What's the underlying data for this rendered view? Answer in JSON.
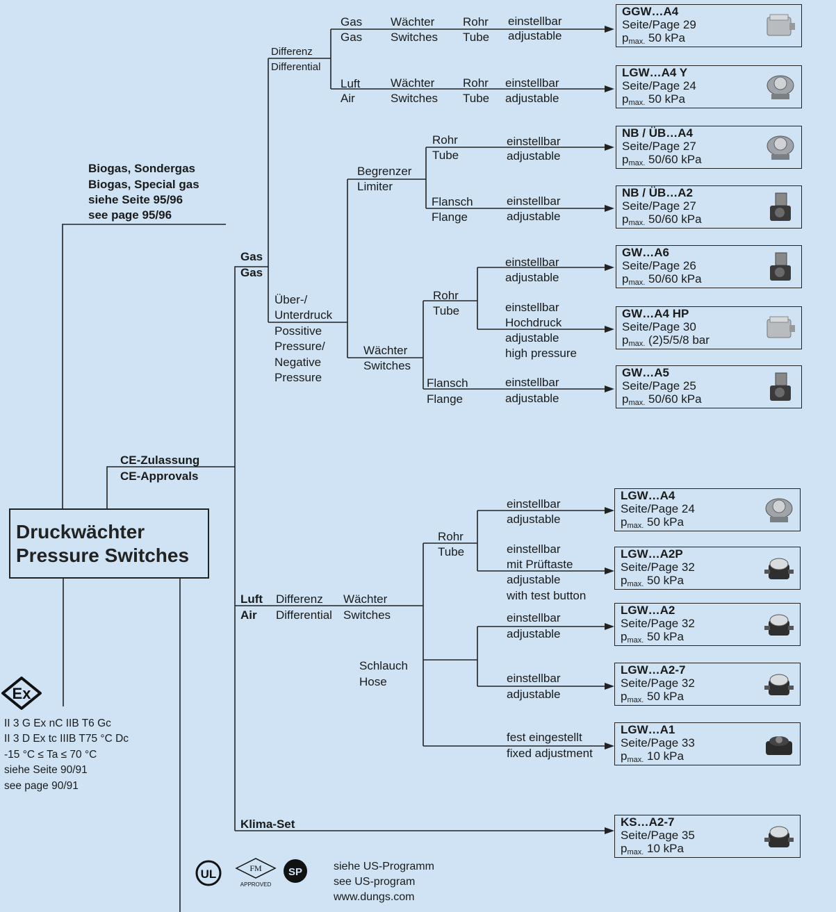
{
  "root": {
    "line1": "Druckwächter",
    "line2": "Pressure Switches"
  },
  "biogas": {
    "l1": "Biogas, Sondergas",
    "l2": "Biogas, Special gas",
    "l3": "siehe Seite 95/96",
    "l4": "see page 95/96"
  },
  "ce": {
    "l1": "CE-Zulassung",
    "l2": "CE-Approvals"
  },
  "gas": {
    "l1": "Gas",
    "l2": "Gas"
  },
  "differenz": {
    "de": "Differenz",
    "en": "Differential"
  },
  "ueber": {
    "l1": "Über-/",
    "l2": "Unterdruck",
    "l3": "Possitive",
    "l4": "Pressure/",
    "l5": "Negative",
    "l6": "Pressure"
  },
  "gas_sub": {
    "de": "Gas",
    "en": "Gas"
  },
  "luft_sub": {
    "de": "Luft",
    "en": "Air"
  },
  "waechter": {
    "de": "Wächter",
    "en": "Switches"
  },
  "rohr": {
    "de": "Rohr",
    "en": "Tube"
  },
  "flansch": {
    "de": "Flansch",
    "en": "Flange"
  },
  "schlauch": {
    "de": "Schlauch",
    "en": "Hose"
  },
  "begrenzer": {
    "de": "Begrenzer",
    "en": "Limiter"
  },
  "einst": {
    "de": "einstellbar",
    "en": "adjustable"
  },
  "hochdruck": {
    "l1": "einstellbar",
    "l2": "Hochdruck",
    "l3": "adjustable",
    "l4": "high pressure"
  },
  "pruef": {
    "l1": "einstellbar",
    "l2": "mit Prüftaste",
    "l3": "adjustable",
    "l4": "with test button"
  },
  "fest": {
    "de": "fest eingestellt",
    "en": "fixed adjustment"
  },
  "luft_main": {
    "de": "Luft",
    "en": "Air",
    "diff_de": "Differenz",
    "diff_en": "Differential",
    "sw_de": "Wächter",
    "sw_en": "Switches"
  },
  "klima": "Klima-Set",
  "atex": {
    "l1": "II 3 G Ex nC IIB T6 Gc",
    "l2": "II 3 D Ex tc IIIB T75 °C Dc",
    "l3": "-15 °C ≤ Ta ≤ 70 °C",
    "l4": "siehe Seite 90/91",
    "l5": "see page 90/91",
    "symbol": "Ex"
  },
  "us": {
    "l1": "siehe US-Programm",
    "l2": "see US-program",
    "l3": "www.dungs.com",
    "ul": "UL",
    "fm": "FM",
    "fm_sub": "APPROVED",
    "csa": "SP"
  },
  "pmax_label": {
    "p": "p",
    "sub": "max."
  },
  "cards": [
    {
      "title": "GGW…A4",
      "page": "Seite/Page 29",
      "pmax": "50 kPa"
    },
    {
      "title": "LGW…A4 Y",
      "page": "Seite/Page 24",
      "pmax": "50 kPa"
    },
    {
      "title": "NB / ÜB…A4",
      "page": "Seite/Page 27",
      "pmax": "50/60 kPa"
    },
    {
      "title": "NB / ÜB…A2",
      "page": "Seite/Page 27",
      "pmax": "50/60 kPa"
    },
    {
      "title": "GW…A6",
      "page": "Seite/Page 26",
      "pmax": "50/60 kPa"
    },
    {
      "title": "GW…A4 HP",
      "page": "Seite/Page 30",
      "pmax": "(2)5/5/8 bar"
    },
    {
      "title": "GW…A5",
      "page": "Seite/Page 25",
      "pmax": "50/60 kPa"
    },
    {
      "title": "LGW…A4",
      "page": "Seite/Page 24",
      "pmax": "50 kPa"
    },
    {
      "title": "LGW…A2P",
      "page": "Seite/Page 32",
      "pmax": "50 kPa"
    },
    {
      "title": "LGW…A2",
      "page": "Seite/Page 32",
      "pmax": "50 kPa"
    },
    {
      "title": "LGW…A2-7",
      "page": "Seite/Page 32",
      "pmax": "50 kPa"
    },
    {
      "title": "LGW…A1",
      "page": "Seite/Page 33",
      "pmax": "10 kPa"
    },
    {
      "title": "KS…A2-7",
      "page": "Seite/Page 35",
      "pmax": "10 kPa"
    }
  ]
}
